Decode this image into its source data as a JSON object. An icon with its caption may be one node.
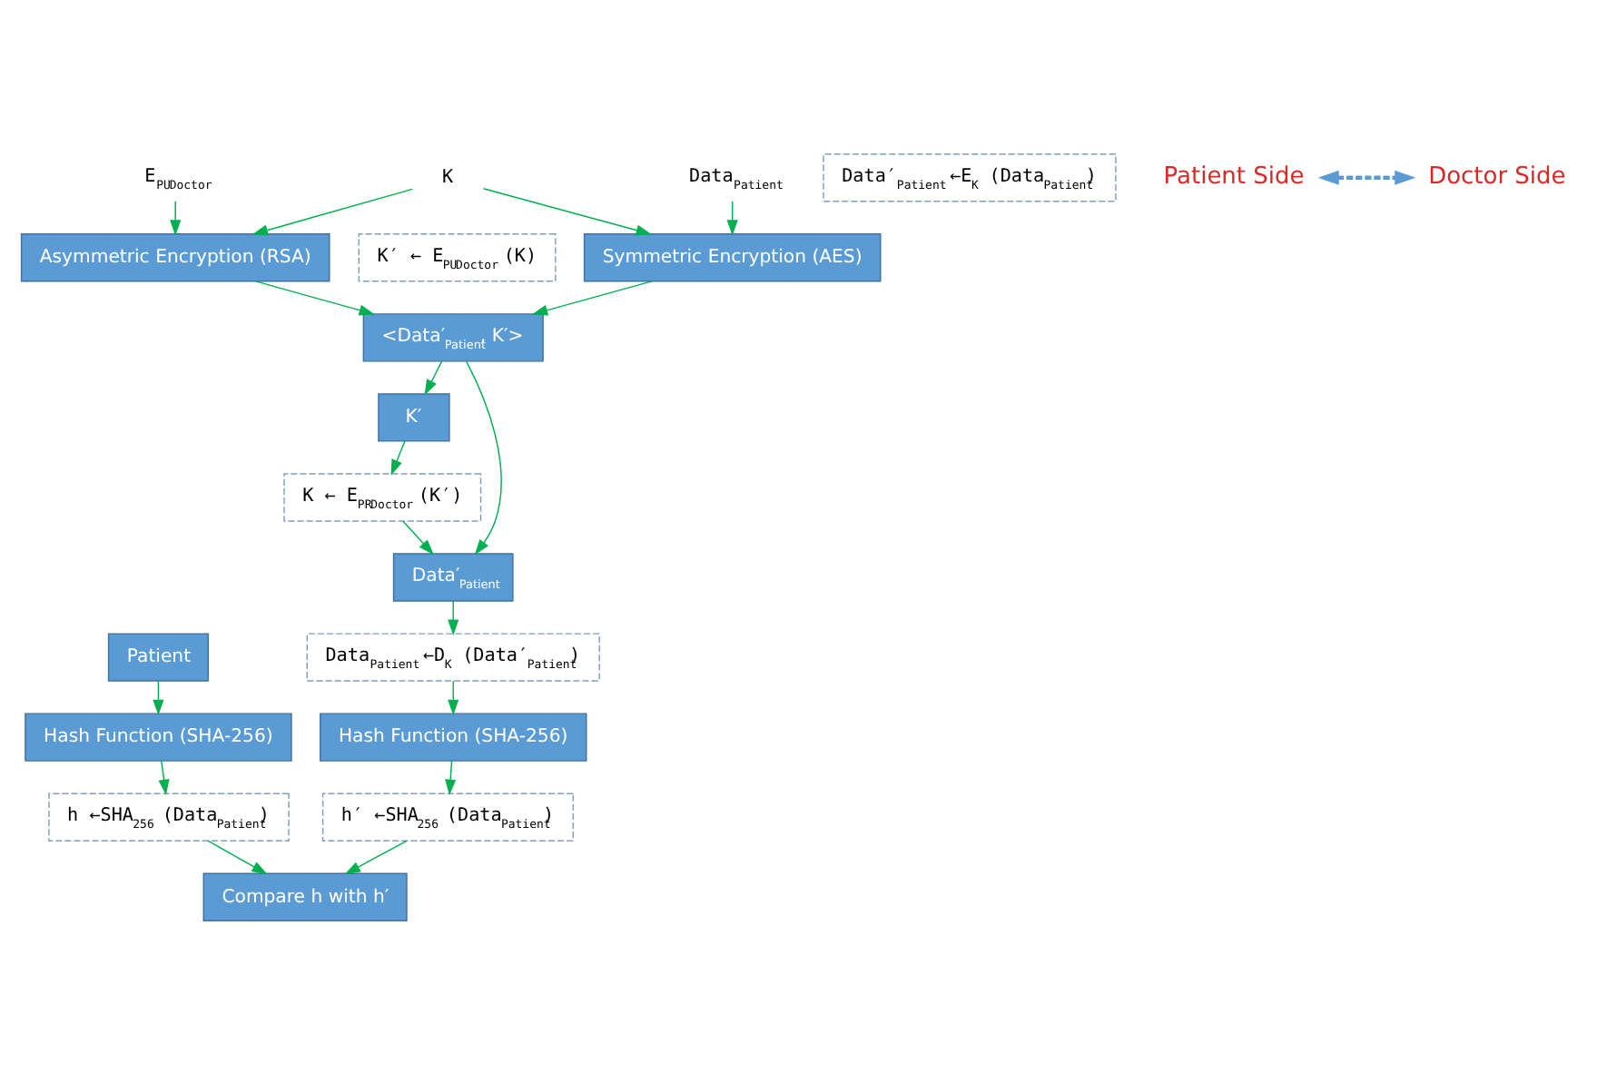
{
  "diagram": {
    "nodes": [
      {
        "text": [
          "K′ ← E$_{PU}$$_{Doctor}$ (K)"
        ]
      },
      {
        "text": [
          "E$_{PU}$$_{Doctor}$"
        ]
      },
      {
        "text": [
          "Asymmetric Encryption (RSA)"
        ]
      },
      {
        "text": [
          "K"
        ]
      },
      {
        "text": [
          "Patient"
        ]
      },
      {
        "text": [
          "Data$_{Patient}$"
        ]
      },
      {
        "text": [
          "Symmetric Encryption (AES)"
        ]
      },
      {
        "text": [
          "Data′$_{Patient}$ ←E$_{K}$ (Data$_{Patient}$)"
        ]
      },
      {
        "text": [
          "Hash Function (SHA-256)"
        ]
      },
      {
        "text": [
          "h ←SHA$_{256}$ (Data$_{Patient}$)"
        ]
      },
      {
        "text": [
          "<Data′$_{Patient}$, K′>"
        ]
      },
      {
        "text": [
          "K′"
        ]
      },
      {
        "text": [
          "K ← E$_{PR}$$_{Doctor}$ (K′)"
        ]
      },
      {
        "text": [
          "Data′$_{Patient}$"
        ]
      },
      {
        "text": [
          "Data$_{Patient}$ ←D$_{K}$ (Data′$_{Patient}$)"
        ]
      },
      {
        "text": [
          "Hash Function (SHA-256)"
        ]
      },
      {
        "text": [
          "h′ ←SHA$_{256}$ (Data$_{Patient}$)"
        ]
      },
      {
        "text": [
          "Compare h with h′"
        ]
      },
      {
        "text": [
          "Patient Side"
        ]
      },
      {
        "text": [
          "Doctor Side"
        ]
      }
    ],
    "edges": [
      {
        "from": 1,
        "to": 2,
        "arrow": "to"
      },
      {
        "from": 3,
        "to": 2,
        "arrow": "to"
      },
      {
        "from": 3,
        "to": 6,
        "arrow": "to"
      },
      {
        "from": 4,
        "to": 8,
        "arrow": "to"
      },
      {
        "from": 5,
        "to": 6,
        "arrow": "to"
      },
      {
        "from": 2,
        "to": 10,
        "arrow": "to"
      },
      {
        "from": 6,
        "to": 10,
        "arrow": "to"
      },
      {
        "from": 8,
        "to": 9,
        "arrow": "to"
      },
      {
        "from": 9,
        "to": 17,
        "arrow": "to"
      },
      {
        "from": 10,
        "to": 11,
        "arrow": "to"
      },
      {
        "from": 10,
        "to": 13,
        "arrow": "to"
      },
      {
        "from": 11,
        "to": 12,
        "arrow": "to"
      },
      {
        "from": 12,
        "to": 13,
        "arrow": "to"
      },
      {
        "from": 13,
        "to": 14,
        "arrow": "to"
      },
      {
        "from": 14,
        "to": 15,
        "arrow": "to"
      },
      {
        "from": 15,
        "to": 16,
        "arrow": "to"
      },
      {
        "from": 16,
        "to": 17,
        "arrow": "to"
      },
      {
        "from": 18,
        "to": 19,
        "arrow": "both",
        "style": "dashed",
        "color": "#5b9bd5"
      }
    ]
  }
}
